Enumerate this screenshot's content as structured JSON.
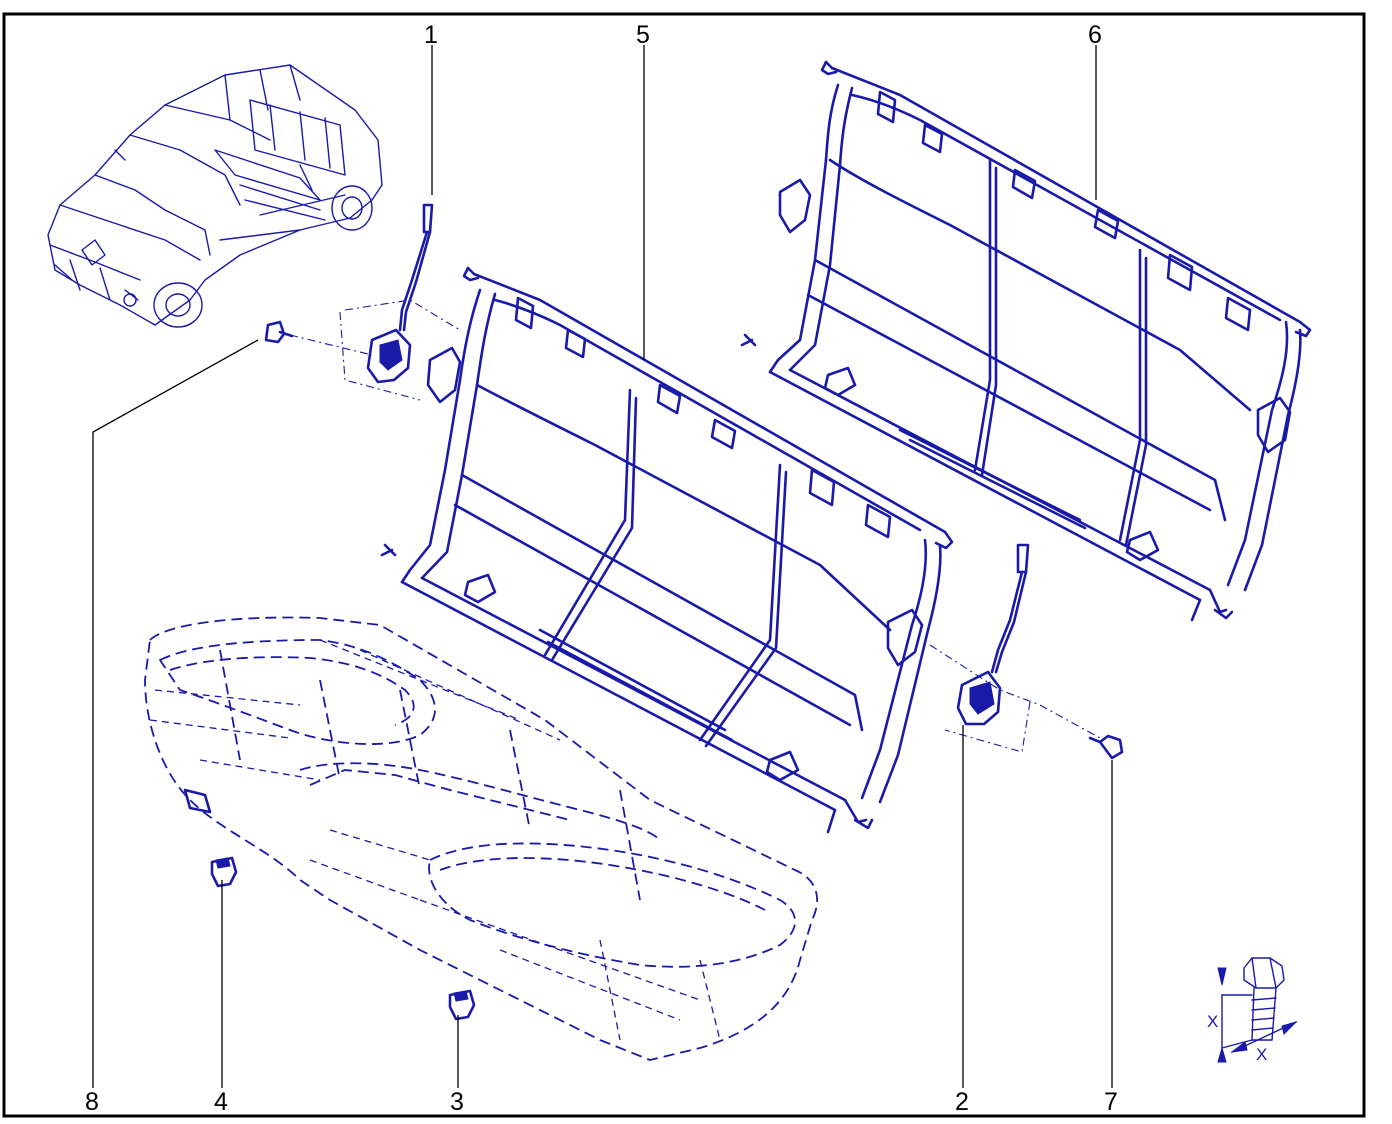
{
  "callouts": {
    "c1": "1",
    "c2": "2",
    "c3": "3",
    "c4": "4",
    "c5": "5",
    "c6": "6",
    "c7": "7",
    "c8": "8"
  },
  "torque_symbol": {
    "dim_label_vertical": "X",
    "dim_label_horizontal": "X"
  },
  "colors": {
    "line": "#1a1aa8",
    "frame": "#000000",
    "background": "#ffffff"
  }
}
